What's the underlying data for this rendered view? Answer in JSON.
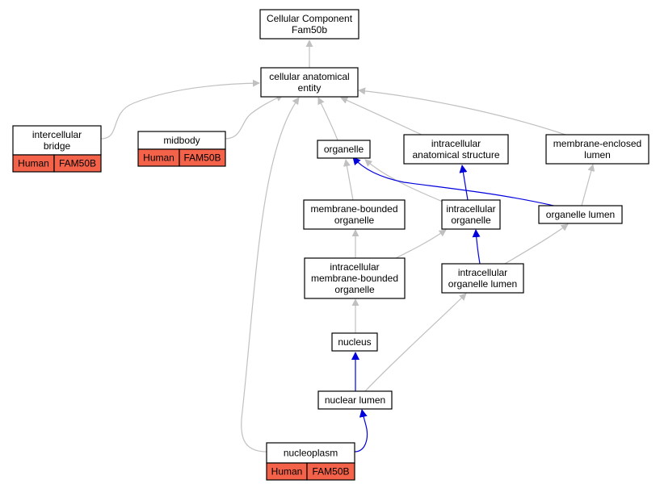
{
  "colors": {
    "edge_default": "#c0c0c0",
    "edge_highlight": "#0000dd",
    "tag_fill": "#f4624a",
    "node_border": "#000000"
  },
  "nodes": {
    "root": {
      "lines": [
        "Cellular Component",
        "Fam50b"
      ]
    },
    "cae": {
      "lines": [
        "cellular anatomical",
        "entity"
      ]
    },
    "ib": {
      "lines": [
        "intercellular",
        "bridge"
      ],
      "tags": [
        "Human",
        "FAM50B"
      ]
    },
    "midbody": {
      "lines": [
        "midbody"
      ],
      "tags": [
        "Human",
        "FAM50B"
      ]
    },
    "organelle": {
      "lines": [
        "organelle"
      ]
    },
    "ias": {
      "lines": [
        "intracellular",
        "anatomical structure"
      ]
    },
    "mel": {
      "lines": [
        "membrane-enclosed",
        "lumen"
      ]
    },
    "mbo": {
      "lines": [
        "membrane-bounded",
        "organelle"
      ]
    },
    "io": {
      "lines": [
        "intracellular",
        "organelle"
      ]
    },
    "ol": {
      "lines": [
        "organelle lumen"
      ]
    },
    "imbo": {
      "lines": [
        "intracellular",
        "membrane-bounded",
        "organelle"
      ]
    },
    "iol": {
      "lines": [
        "intracellular",
        "organelle lumen"
      ]
    },
    "nucleus": {
      "lines": [
        "nucleus"
      ]
    },
    "nl": {
      "lines": [
        "nuclear lumen"
      ]
    },
    "np": {
      "lines": [
        "nucleoplasm"
      ],
      "tags": [
        "Human",
        "FAM50B"
      ]
    }
  },
  "edges": [
    {
      "from": "cae",
      "to": "root",
      "highlight": false
    },
    {
      "from": "ib",
      "to": "cae",
      "highlight": false
    },
    {
      "from": "midbody",
      "to": "cae",
      "highlight": false
    },
    {
      "from": "organelle",
      "to": "cae",
      "highlight": false
    },
    {
      "from": "ias",
      "to": "cae",
      "highlight": false
    },
    {
      "from": "mel",
      "to": "cae",
      "highlight": false
    },
    {
      "from": "np",
      "to": "cae",
      "highlight": false
    },
    {
      "from": "mbo",
      "to": "organelle",
      "highlight": false
    },
    {
      "from": "io",
      "to": "organelle",
      "highlight": false
    },
    {
      "from": "ol",
      "to": "organelle",
      "highlight": true
    },
    {
      "from": "io",
      "to": "ias",
      "highlight": true
    },
    {
      "from": "ol",
      "to": "mel",
      "highlight": false
    },
    {
      "from": "imbo",
      "to": "mbo",
      "highlight": false
    },
    {
      "from": "imbo",
      "to": "io",
      "highlight": false
    },
    {
      "from": "iol",
      "to": "io",
      "highlight": true
    },
    {
      "from": "iol",
      "to": "ol",
      "highlight": false
    },
    {
      "from": "nucleus",
      "to": "imbo",
      "highlight": false
    },
    {
      "from": "nl",
      "to": "iol",
      "highlight": false
    },
    {
      "from": "nl",
      "to": "nucleus",
      "highlight": true
    },
    {
      "from": "np",
      "to": "nl",
      "highlight": true
    }
  ]
}
